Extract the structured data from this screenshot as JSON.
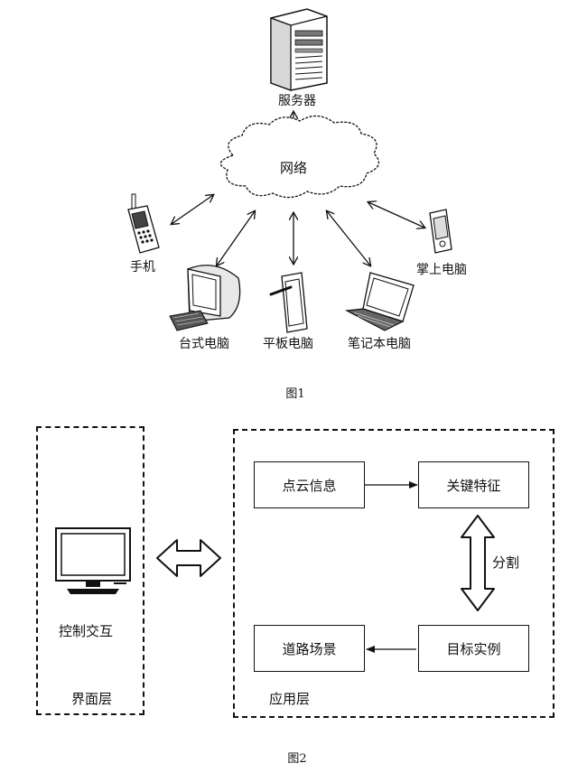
{
  "figure1": {
    "caption": "图1",
    "server_label": "服务器",
    "network_label": "网络",
    "devices": {
      "phone": "手机",
      "desktop": "台式电脑",
      "tablet": "平板电脑",
      "laptop": "笔记本电脑",
      "palmtop": "掌上电脑"
    }
  },
  "figure2": {
    "caption": "图2",
    "interface_layer": {
      "label": "界面层",
      "monitor_label": "控制交互"
    },
    "application_layer": {
      "label": "应用层",
      "boxes": {
        "point_cloud": "点云信息",
        "key_features": "关键特征",
        "target_instance": "目标实例",
        "road_scene": "道路场景"
      },
      "segmentation_label": "分割"
    }
  }
}
